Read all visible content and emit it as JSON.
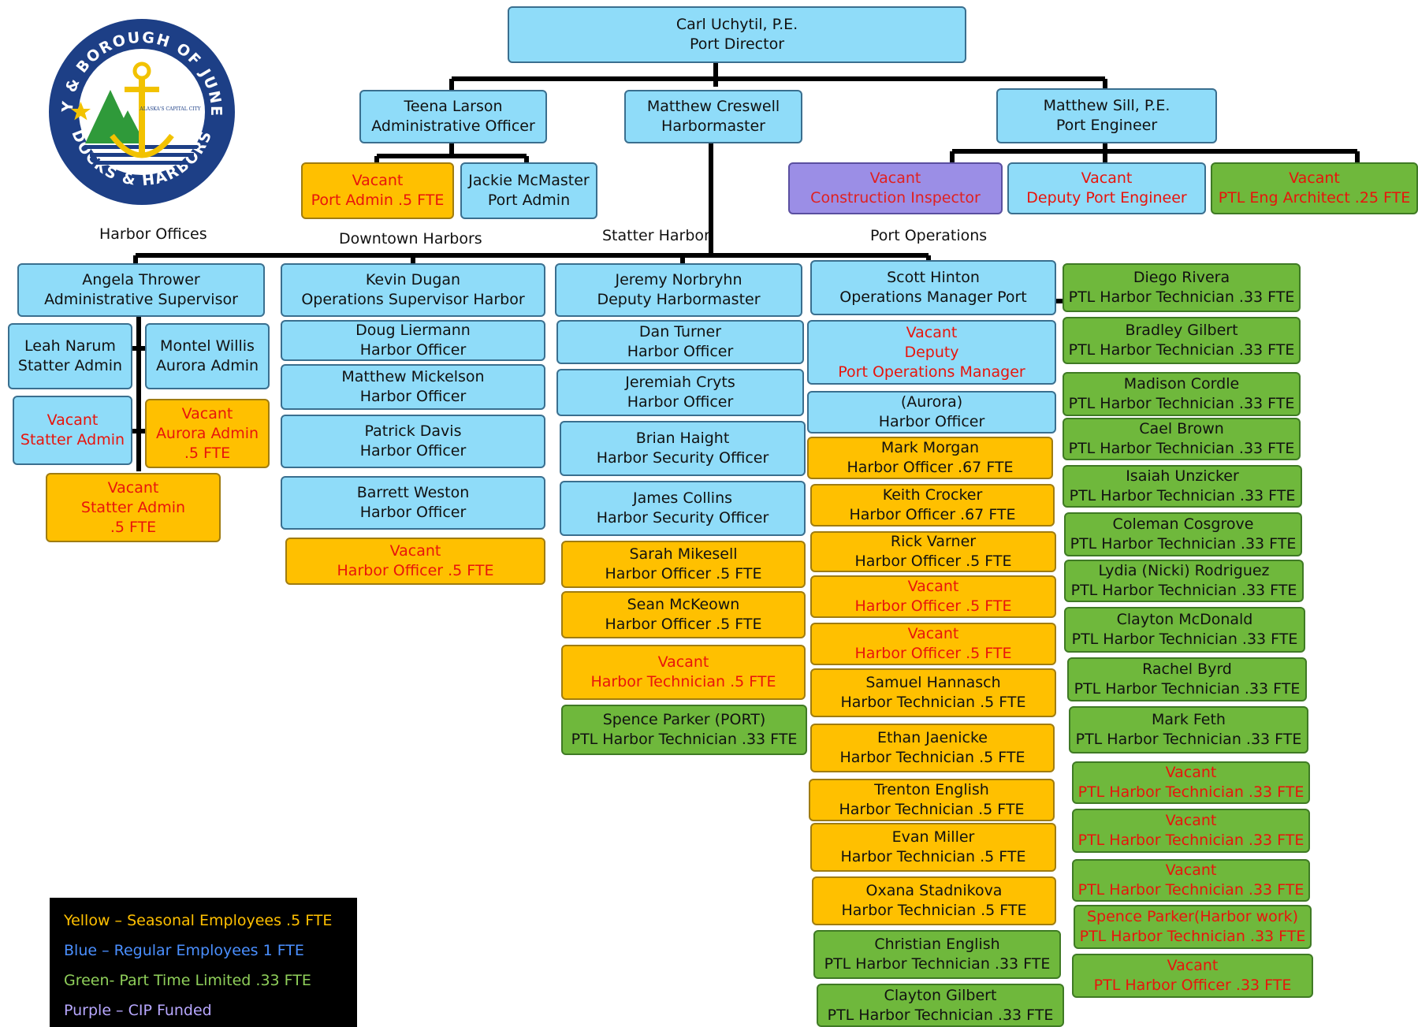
{
  "colors": {
    "blue": "#8fdcf9",
    "yellow": "#ffc000",
    "green": "#6fb83c",
    "purple": "#9b8ee6",
    "vacant_text": "#e8140c",
    "line": "#000000"
  },
  "logo": {
    "top_text": "CITY & BOROUGH OF JUNEAU",
    "bottom_text": "DOCKS & HARBORS",
    "motto": "ALASKA'S CAPITAL CITY",
    "icon": "anchor-icon"
  },
  "director": {
    "name": "Carl Uchytil, P.E.",
    "title": "Port Director"
  },
  "admin_officer": {
    "name": "Teena Larson",
    "title": "Administrative Officer"
  },
  "harbormaster": {
    "name": "Matthew Creswell",
    "title": "Harbormaster"
  },
  "port_engineer": {
    "name": "Matthew Sill, P.E.",
    "title": "Port Engineer"
  },
  "admin_staff": [
    {
      "line1": "Vacant",
      "line2": "Port Admin .5 FTE"
    },
    {
      "line1": "Jackie McMaster",
      "line2": "Port Admin"
    }
  ],
  "engineer_staff": [
    {
      "line1": "Vacant",
      "line2": "Construction Inspector"
    },
    {
      "line1": "Vacant",
      "line2": "Deputy Port Engineer"
    },
    {
      "line1": "Vacant",
      "line2": "PTL Eng Architect .25 FTE"
    }
  ],
  "sections": {
    "harbor_offices": "Harbor Offices",
    "downtown": "Downtown Harbors",
    "statter": "Statter Harbor",
    "port_ops": "Port Operations"
  },
  "harbor_offices": {
    "supervisor": {
      "line1": "Angela Thrower",
      "line2": "Administrative Supervisor"
    },
    "staff": [
      {
        "line1": "Leah Narum",
        "line2": "Statter Admin"
      },
      {
        "line1": "Montel Willis",
        "line2": "Aurora Admin"
      },
      {
        "line1": "Vacant",
        "line2": "Statter Admin"
      },
      {
        "line1": "Vacant",
        "line2": "Aurora Admin",
        "line3": ".5 FTE"
      },
      {
        "line1": "Vacant",
        "line2": "Statter Admin",
        "line3": ".5 FTE"
      }
    ]
  },
  "downtown": [
    {
      "line1": "Kevin Dugan",
      "line2": "Operations Supervisor Harbor"
    },
    {
      "line1": "Doug Liermann",
      "line2": "Harbor Officer"
    },
    {
      "line1": "Matthew Mickelson",
      "line2": "Harbor Officer"
    },
    {
      "line1": "Patrick Davis",
      "line2": "Harbor Officer"
    },
    {
      "line1": "Barrett Weston",
      "line2": "Harbor Officer"
    },
    {
      "line1": "Vacant",
      "line2": "Harbor Officer .5 FTE"
    }
  ],
  "statter": [
    {
      "line1": "Jeremy Norbryhn",
      "line2": "Deputy Harbormaster"
    },
    {
      "line1": "Dan Turner",
      "line2": "Harbor Officer"
    },
    {
      "line1": "Jeremiah Cryts",
      "line2": "Harbor Officer"
    },
    {
      "line1": "Brian Haight",
      "line2": "Harbor Security Officer"
    },
    {
      "line1": "James Collins",
      "line2": "Harbor Security Officer"
    },
    {
      "line1": "Sarah Mikesell",
      "line2": "Harbor Officer .5 FTE"
    },
    {
      "line1": "Sean McKeown",
      "line2": "Harbor Officer .5 FTE"
    },
    {
      "line1": "Vacant",
      "line2": "Harbor Technician .5 FTE"
    },
    {
      "line1": "Spence Parker (PORT)",
      "line2": "PTL Harbor Technician .33 FTE"
    }
  ],
  "port_ops": [
    {
      "line1": "Scott Hinton",
      "line2": "Operations Manager Port"
    },
    {
      "line1": "Vacant",
      "line2": "Deputy",
      "line3": "Port Operations Manager"
    },
    {
      "line1": "(Aurora)",
      "line2": "Harbor Officer"
    },
    {
      "line1": "Mark Morgan",
      "line2": "Harbor Officer .67 FTE"
    },
    {
      "line1": "Keith Crocker",
      "line2": "Harbor Officer .67 FTE"
    },
    {
      "line1": "Rick Varner",
      "line2": "Harbor Officer .5 FTE"
    },
    {
      "line1": "Vacant",
      "line2": "Harbor Officer .5 FTE"
    },
    {
      "line1": "Vacant",
      "line2": "Harbor Officer .5 FTE"
    },
    {
      "line1": "Samuel Hannasch",
      "line2": "Harbor Technician .5 FTE"
    },
    {
      "line1": "Ethan Jaenicke",
      "line2": "Harbor Technician .5 FTE"
    },
    {
      "line1": "Trenton English",
      "line2": "Harbor Technician .5 FTE"
    },
    {
      "line1": "Evan Miller",
      "line2": "Harbor Technician .5 FTE"
    },
    {
      "line1": "Oxana Stadnikova",
      "line2": "Harbor Technician .5 FTE"
    },
    {
      "line1": "Christian English",
      "line2": "PTL Harbor Technician .33 FTE"
    },
    {
      "line1": "Clayton Gilbert",
      "line2": "PTL Harbor Technician .33 FTE"
    }
  ],
  "ptl": [
    {
      "line1": "Diego Rivera",
      "line2": "PTL Harbor Technician .33 FTE"
    },
    {
      "line1": "Bradley Gilbert",
      "line2": "PTL Harbor Technician .33 FTE"
    },
    {
      "line1": "Madison Cordle",
      "line2": "PTL Harbor Technician .33 FTE"
    },
    {
      "line1": "Cael Brown",
      "line2": "PTL Harbor Technician .33 FTE"
    },
    {
      "line1": "Isaiah Unzicker",
      "line2": "PTL Harbor Technician .33 FTE"
    },
    {
      "line1": "Coleman Cosgrove",
      "line2": "PTL Harbor Technician .33 FTE"
    },
    {
      "line1": "Lydia (Nicki) Rodriguez",
      "line2": "PTL Harbor Technician .33 FTE"
    },
    {
      "line1": "Clayton McDonald",
      "line2": "PTL Harbor Technician .33 FTE"
    },
    {
      "line1": "Rachel Byrd",
      "line2": "PTL Harbor Technician .33 FTE"
    },
    {
      "line1": "Mark Feth",
      "line2": "PTL Harbor Technician .33 FTE"
    },
    {
      "line1": "Vacant",
      "line2": "PTL Harbor Technician .33 FTE"
    },
    {
      "line1": "Vacant",
      "line2": "PTL Harbor Technician .33 FTE"
    },
    {
      "line1": "Vacant",
      "line2": "PTL Harbor Technician .33 FTE"
    },
    {
      "line1": "Spence Parker(Harbor work)",
      "line2": "PTL Harbor Technician .33 FTE"
    },
    {
      "line1": "Vacant",
      "line2": "PTL Harbor Officer .33 FTE"
    }
  ],
  "legend": [
    {
      "text": "Yellow – Seasonal Employees .5 FTE",
      "color": "#ffc000"
    },
    {
      "text": "Blue – Regular Employees 1 FTE",
      "color": "#4a8fff"
    },
    {
      "text": "Green- Part Time Limited .33 FTE",
      "color": "#8fcf5a"
    },
    {
      "text": "Purple – CIP Funded",
      "color": "#b8a8ff"
    }
  ]
}
